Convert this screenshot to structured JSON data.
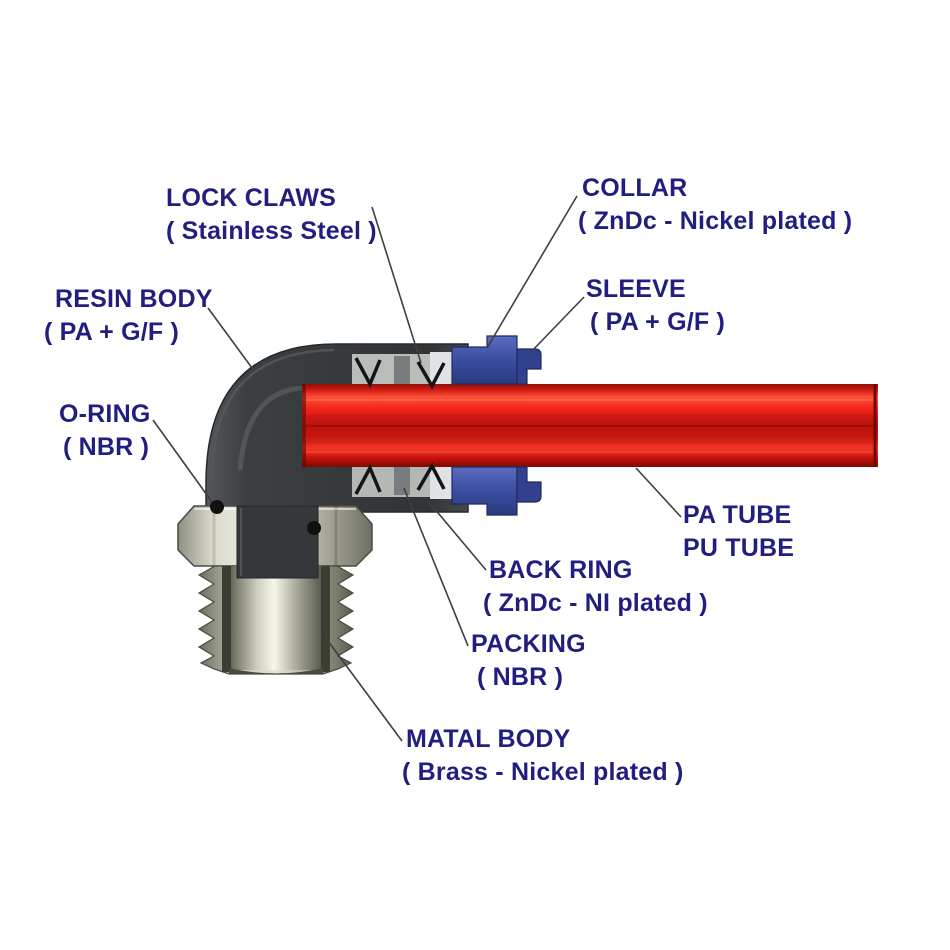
{
  "colors": {
    "label_text": "#211e7f",
    "tube_red": "#d91712",
    "collar_blue": "#3c4fa0",
    "resin_body_gray": "#3b3e41",
    "metal_gray": "#cfcfc2",
    "leader_line": "#3f3f3f",
    "background": "#ffffff"
  },
  "labels": [
    {
      "name": "lock-claws",
      "line1": "LOCK CLAWS",
      "line2": "( Stainless Steel )"
    },
    {
      "name": "collar",
      "line1": "COLLAR",
      "line2": "( ZnDc - Nickel plated )"
    },
    {
      "name": "sleeve",
      "line1": "SLEEVE",
      "line2": "( PA + G/F )"
    },
    {
      "name": "resin-body",
      "line1": "RESIN BODY",
      "line2": "( PA + G/F )"
    },
    {
      "name": "o-ring",
      "line1": "O-RING",
      "line2": "( NBR )"
    },
    {
      "name": "pa-tube",
      "line1": "PA TUBE",
      "line2": "PU TUBE"
    },
    {
      "name": "back-ring",
      "line1": "BACK RING",
      "line2": "( ZnDc - NI plated )"
    },
    {
      "name": "packing",
      "line1": "PACKING",
      "line2": "( NBR )"
    },
    {
      "name": "metal-body",
      "line1": "MATAL BODY",
      "line2": "( Brass - Nickel plated )"
    }
  ]
}
